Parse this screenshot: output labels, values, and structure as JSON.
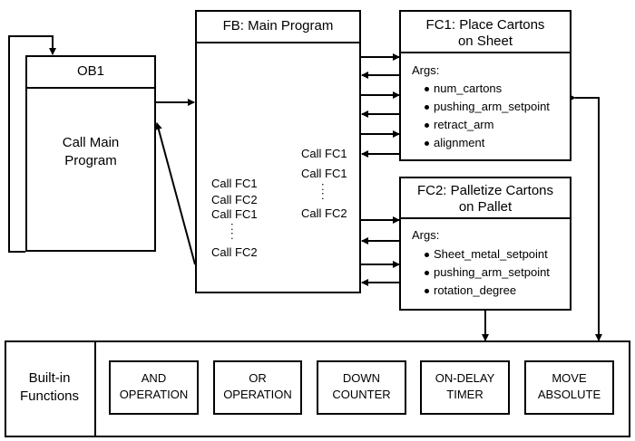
{
  "ob1": {
    "title": "OB1",
    "body": [
      "Call Main",
      "Program"
    ]
  },
  "fb": {
    "title": "FB: Main Program",
    "left_calls": [
      "Call FC1",
      "Call FC2",
      "Call FC1",
      ":",
      "Call FC2"
    ],
    "right_calls": [
      "Call FC1",
      "Call FC1",
      ":",
      "Call FC2"
    ]
  },
  "fc1": {
    "title": [
      "FC1: Place Cartons",
      "on Sheet"
    ],
    "args_label": "Args:",
    "args": [
      "num_cartons",
      "pushing_arm_setpoint",
      "retract_arm",
      "alignment"
    ]
  },
  "fc2": {
    "title": [
      "FC2: Palletize Cartons",
      "on Pallet"
    ],
    "args_label": "Args:",
    "args": [
      "Sheet_metal_setpoint",
      "pushing_arm_setpoint",
      "rotation_degree"
    ]
  },
  "builtins": {
    "label": [
      "Built-in",
      "Functions"
    ],
    "items": [
      [
        "AND",
        "OPERATION"
      ],
      [
        "OR",
        "OPERATION"
      ],
      [
        "DOWN",
        "COUNTER"
      ],
      [
        "ON-DELAY",
        "TIMER"
      ],
      [
        "MOVE",
        "ABSOLUTE"
      ]
    ]
  }
}
